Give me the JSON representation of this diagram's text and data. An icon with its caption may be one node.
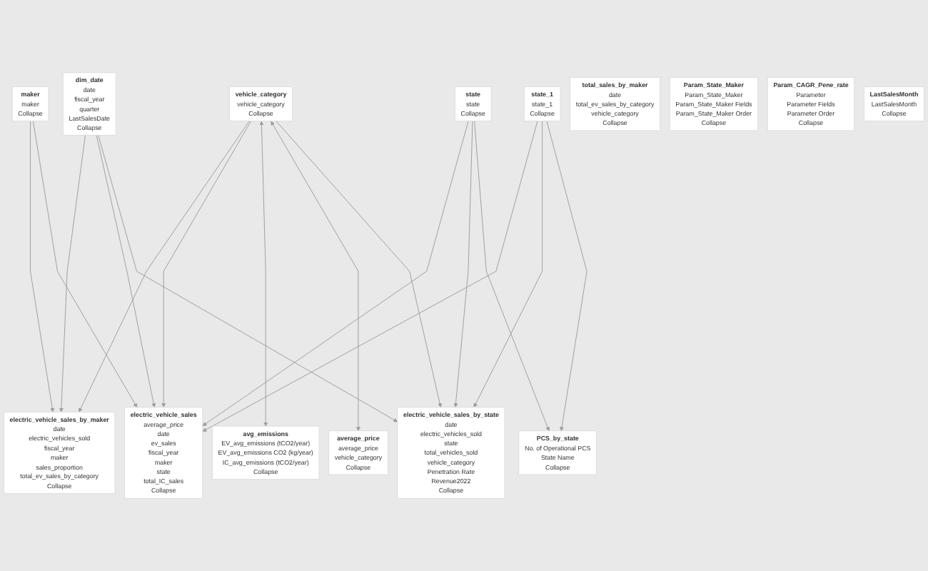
{
  "diagram": {
    "nodes": [
      {
        "text": [
          "dim_date",
          "date",
          "fiscal_year",
          "quarter",
          "LastSalesDate",
          "Collapse"
        ]
      },
      {
        "text": [
          "maker",
          "maker",
          "Collapse"
        ]
      },
      {
        "text": [
          "electric_vehicle_sales_by_maker",
          "date",
          "electric_vehicles_sold",
          "fiscal_year",
          "maker",
          "sales_proportion",
          "total_ev_sales_by_category",
          "Collapse"
        ]
      },
      {
        "text": [
          "electric_vehicle_sales",
          "average_price",
          "date",
          "ev_sales",
          "fiscal_year",
          "maker",
          "state",
          "total_IC_sales",
          "Collapse"
        ]
      },
      {
        "text": [
          "vehicle_category",
          "vehicle_category",
          "Collapse"
        ]
      },
      {
        "text": [
          "avg_emissions",
          "EV_avg_emissions (tCO2/year)",
          "EV_avg_emissions CO2 (kg/year)",
          "IC_avg_emissions (tCO2/year)",
          "Collapse"
        ]
      },
      {
        "text": [
          "average_price",
          "average_price",
          "vehicle_category",
          "Collapse"
        ]
      },
      {
        "text": [
          "electric_vehicle_sales_by_state",
          "date",
          "electric_vehicles_sold",
          "state",
          "total_vehicles_sold",
          "vehicle_category",
          "Penetration Rate",
          "Revenue2022",
          "Collapse"
        ]
      },
      {
        "text": [
          "state",
          "state",
          "Collapse"
        ]
      },
      {
        "text": [
          "state_1",
          "state_1",
          "Collapse"
        ]
      },
      {
        "text": [
          "PCS_by_state",
          "No. of Operational PCS",
          "State Name",
          "Collapse"
        ]
      },
      {
        "text": [
          "total_sales_by_maker",
          "date",
          "total_ev_sales_by_category",
          "vehicle_category",
          "Collapse"
        ]
      },
      {
        "text": [
          "Param_State_Maker",
          "Param_State_Maker",
          "Param_State_Maker Fields",
          "Param_State_Maker Order",
          "Collapse"
        ]
      },
      {
        "text": [
          "Param_CAGR_Pene_rate",
          "Parameter",
          "Parameter Fields",
          "Parameter Order",
          "Collapse"
        ]
      },
      {
        "text": [
          "LastSalesMonth",
          "LastSalesMonth",
          "Collapse"
        ]
      }
    ],
    "edges": [
      {
        "from": 0,
        "to": 2,
        "arrow": "to"
      },
      {
        "from": 1,
        "to": 2,
        "arrow": "to"
      },
      {
        "from": 4,
        "to": 2,
        "arrow": "to"
      },
      {
        "from": 1,
        "to": 3,
        "arrow": "to"
      },
      {
        "from": 0,
        "to": 3,
        "arrow": "to"
      },
      {
        "from": 8,
        "to": 3,
        "arrow": "to"
      },
      {
        "from": 4,
        "to": 3,
        "arrow": "to"
      },
      {
        "from": 4,
        "to": 5,
        "arrow": "both"
      },
      {
        "from": 4,
        "to": 6,
        "arrow": "both"
      },
      {
        "from": 0,
        "to": 7,
        "arrow": "to"
      },
      {
        "from": 8,
        "to": 7,
        "arrow": "to"
      },
      {
        "from": 4,
        "to": 7,
        "arrow": "to"
      },
      {
        "from": 9,
        "to": 3,
        "arrow": "to"
      },
      {
        "from": 9,
        "to": 7,
        "arrow": "to"
      },
      {
        "from": 8,
        "to": 10,
        "arrow": "to"
      },
      {
        "from": 9,
        "to": 10,
        "arrow": "to"
      }
    ]
  }
}
